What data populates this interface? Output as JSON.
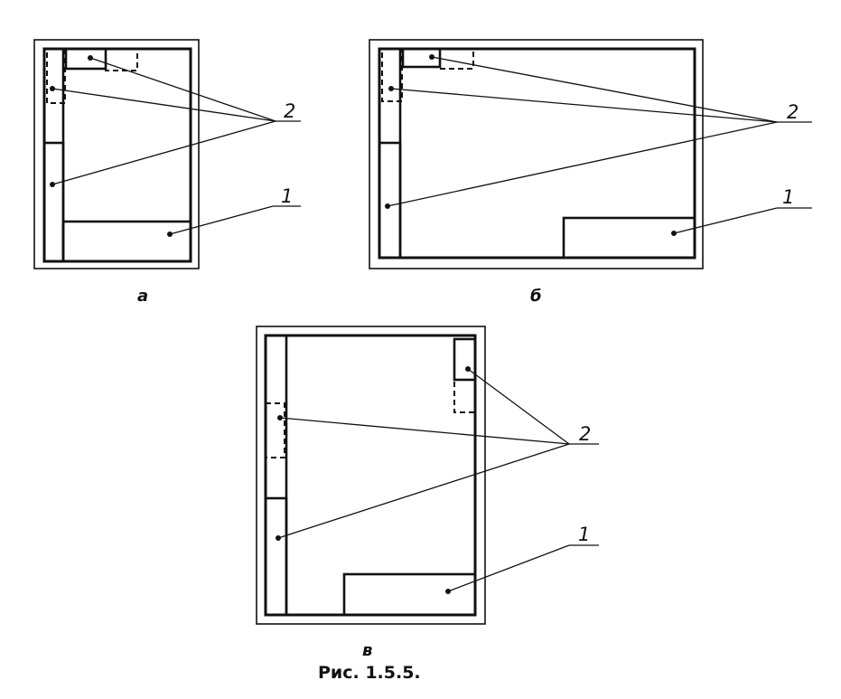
{
  "figure": {
    "caption": "Рис. 1.5.5.",
    "callouts": {
      "one": "1",
      "two": "2"
    },
    "panels": [
      {
        "label": "а"
      },
      {
        "label": "б"
      },
      {
        "label": "в"
      }
    ]
  }
}
